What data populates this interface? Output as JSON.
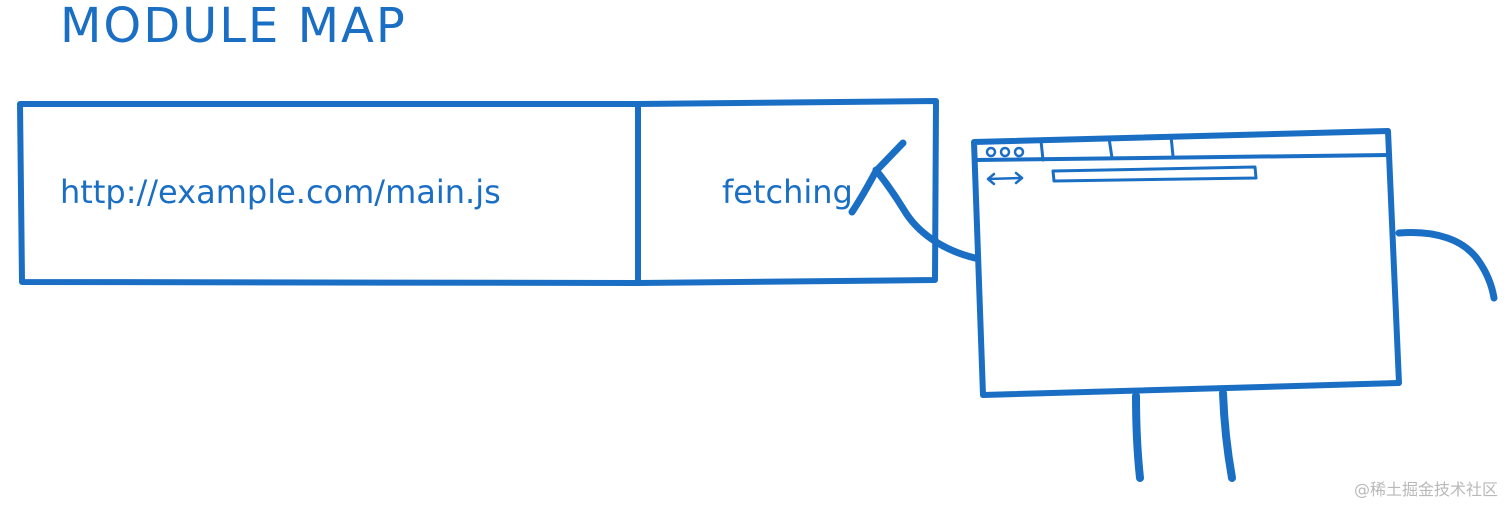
{
  "title": "MODULE MAP",
  "module_map": {
    "rows": [
      {
        "url": "http://example.com/main.js",
        "status": "fetching"
      }
    ]
  },
  "watermark": "@稀土掘金技术社区",
  "colors": {
    "ink": "#1a6fc4",
    "watermark": "#b9b9b9",
    "background": "#ffffff"
  },
  "icons": {
    "browser_character": "browser-window-icon"
  }
}
